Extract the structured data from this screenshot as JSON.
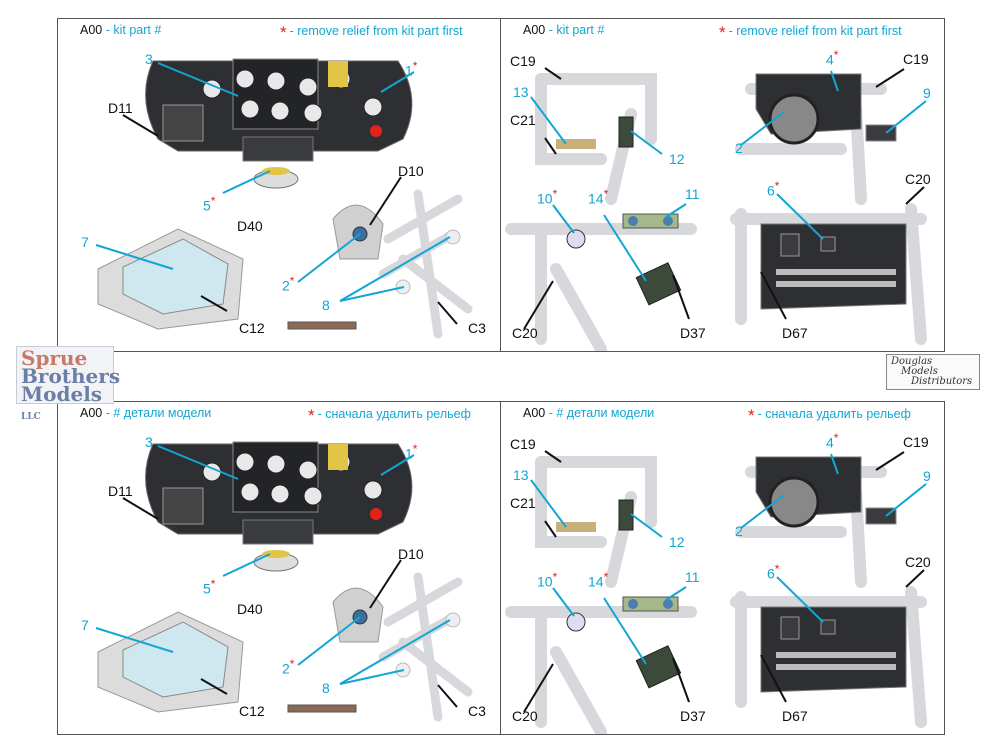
{
  "top_left": {
    "code": "A00",
    "part_label": " - kit part #",
    "star": "*",
    "note": "- remove relief from kit part first"
  },
  "top_right": {
    "code": "A00",
    "part_label": " - kit part #",
    "star": "*",
    "note": "- remove relief from kit part first"
  },
  "bottom_left": {
    "code": "A00",
    "part_label": " - # детали модели",
    "star": "*",
    "note": "- сначала удалить рельеф"
  },
  "bottom_right": {
    "code": "A00",
    "part_label": " - # детали модели",
    "star": "*",
    "note": "- сначала удалить рельеф"
  },
  "callouts_left": {
    "n3": "3",
    "n1": "1",
    "d11": "D11",
    "n5": "5",
    "d40": "D40",
    "d10": "D10",
    "n7": "7",
    "n2": "2",
    "n8": "8",
    "c12": "C12",
    "c3": "C3",
    "star": "*"
  },
  "callouts_right": {
    "c19a": "C19",
    "n13": "13",
    "c21": "C21",
    "n12": "12",
    "n4": "4",
    "c19b": "C19",
    "n9": "9",
    "n2": "2",
    "n10": "10",
    "n14": "14",
    "n11": "11",
    "c20a": "C20",
    "n6": "6",
    "c20b": "C20",
    "d37": "D37",
    "d67": "D67",
    "star": "*"
  },
  "logos": {
    "sprue_line1": "Sprue",
    "sprue_line2": "Brothers",
    "sprue_line3": "Models",
    "sprue_llc": "LLC",
    "dmd_line1": "Douglas",
    "dmd_line2": "Models",
    "dmd_line3": "Distributors"
  },
  "colors": {
    "callout_blue": "#12a6d4",
    "star_red": "#e3221b",
    "panel_dark": "#2e2f33",
    "sprue_grey": "#d6d8db"
  }
}
